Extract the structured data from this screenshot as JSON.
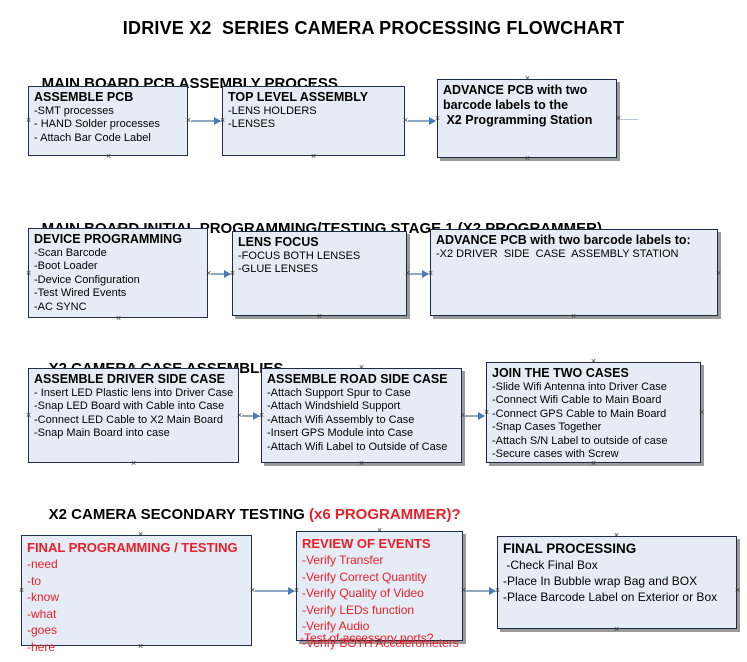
{
  "document": {
    "title": "IDRIVE X2  SERIES CAMERA PROCESSING FLOWCHART"
  },
  "colors": {
    "box_fill": "#e6ecf5",
    "box_border": "#22304a",
    "accent_red": "#e8202a",
    "arrow": "#4a7ab5",
    "text": "#000000"
  },
  "sections": [
    {
      "id": "main-board-pcb-assembly",
      "heading": "MAIN BOARD PCB ASSEMBLY PROCESS",
      "heading_accent": "",
      "boxes": [
        {
          "id": "assemble-pcb",
          "header": "ASSEMBLE PCB",
          "lines": [
            "-SMT processes",
            "- HAND Solder processes",
            "- Attach Bar Code Label"
          ]
        },
        {
          "id": "top-level-assembly",
          "header": "TOP LEVEL ASSEMBLY",
          "lines": [
            "-LENS HOLDERS",
            "-LENSES"
          ]
        },
        {
          "id": "advance-pcb-to-x2-programming-station",
          "header": "ADVANCE PCB with two",
          "lines": [
            "barcode labels to the",
            " X2 Programming Station"
          ]
        }
      ]
    },
    {
      "id": "main-board-initial-programming",
      "heading": "MAIN BOARD INITIAL PROGRAMMING/TESTING STAGE 1 (X2 PROGRAMMER)",
      "heading_accent": "",
      "boxes": [
        {
          "id": "device-programming",
          "header": "DEVICE PROGRAMMING",
          "lines": [
            "-Scan Barcode",
            "-Boot Loader",
            "-Device Configuration",
            "-Test Wired Events",
            "-AC SYNC"
          ]
        },
        {
          "id": "lens-focus",
          "header": "LENS FOCUS",
          "lines": [
            "-FOCUS BOTH LENSES",
            "-GLUE LENSES"
          ]
        },
        {
          "id": "advance-pcb-to-driver-side-case-station",
          "header": "ADVANCE PCB with two barcode labels to:",
          "lines": [
            "-X2 DRIVER  SIDE  CASE  ASSEMBLY STATION"
          ]
        }
      ]
    },
    {
      "id": "x2-camera-case-assemblies",
      "heading": "X2 CAMERA CASE ASSEMBLIES",
      "heading_accent": "",
      "boxes": [
        {
          "id": "assemble-driver-side-case",
          "header": "ASSEMBLE DRIVER SIDE CASE",
          "lines": [
            "- Insert LED Plastic lens into Driver Case",
            "-Snap LED Board with Cable into Case",
            "-Connect LED Cable to X2 Main Board",
            "-Snap Main Board into case"
          ]
        },
        {
          "id": "assemble-road-side-case",
          "header": "ASSEMBLE ROAD SIDE CASE",
          "lines": [
            "-Attach Support Spur to Case",
            "-Attach Windshield Support",
            "-Attach Wifi Assembly to Case",
            "-Insert GPS Module into Case",
            "-Attach Wifi Label to Outside of Case"
          ]
        },
        {
          "id": "join-the-two-cases",
          "header": "JOIN THE TWO CASES",
          "lines": [
            "-Slide Wifi Antenna into Driver Case",
            "-Connect Wifi Cable to Main Board",
            "-Connect GPS Cable to Main Board",
            "-Snap Cases Together",
            "-Attach S/N Label to outside of case",
            "-Secure cases with Screw"
          ]
        }
      ]
    },
    {
      "id": "x2-camera-secondary-testing",
      "heading": "X2 CAMERA SECONDARY TESTING ",
      "heading_accent": "(x6 PROGRAMMER)?",
      "boxes": [
        {
          "id": "final-programming-testing",
          "header": "FINAL PROGRAMMING / TESTING",
          "lines": [
            "-need",
            "-to",
            "-know",
            "-what",
            "-goes",
            "-here"
          ]
        },
        {
          "id": "review-of-events",
          "header": "REVIEW OF EVENTS",
          "lines": [
            "-Verify Transfer",
            "-Verify Correct Quantity",
            "-Verify Quality of Video",
            "-Verify LEDs function",
            "-Verify Audio",
            "-Verify BOTH Accelerometers"
          ],
          "overflow_line": "-Test of accessory ports?"
        },
        {
          "id": "final-processing",
          "header": "FINAL PROCESSING",
          "lines": [
            " -Check Final Box",
            "-Place In Bubble wrap Bag and BOX",
            "-Place Barcode Label on Exterior or Box"
          ]
        }
      ]
    }
  ]
}
